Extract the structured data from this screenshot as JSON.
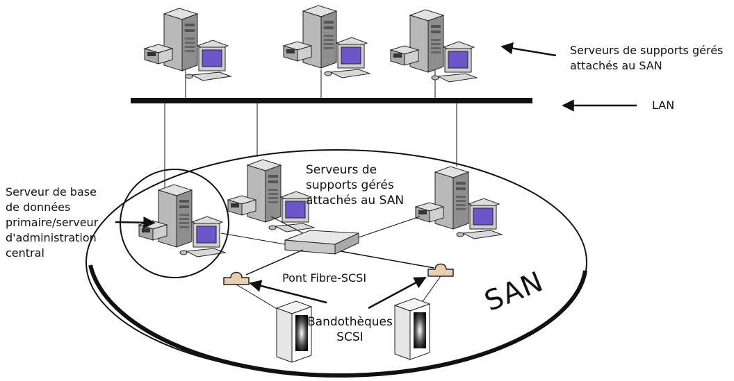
{
  "labels": {
    "lan_servers": [
      "Serveurs de supports gérés",
      "attachés au SAN"
    ],
    "lan": "LAN",
    "san_servers": [
      "Serveurs de",
      "supports gérés",
      "attachés au SAN"
    ],
    "primary_server": [
      "Serveur de base",
      "de données",
      "primaire/serveur",
      "d'administration",
      "central"
    ],
    "bridge": "Pont Fibre-SCSI",
    "libraries": [
      "Bandothèques",
      "SCSI"
    ],
    "san": "SAN"
  },
  "colors": {
    "line": "#111111",
    "server_body": "#c7c7c7",
    "server_dark": "#8a8a8a",
    "monitor_screen": "#6b57c9",
    "bridge_fill": "#e9cfae",
    "library_body": "#ffffff"
  }
}
